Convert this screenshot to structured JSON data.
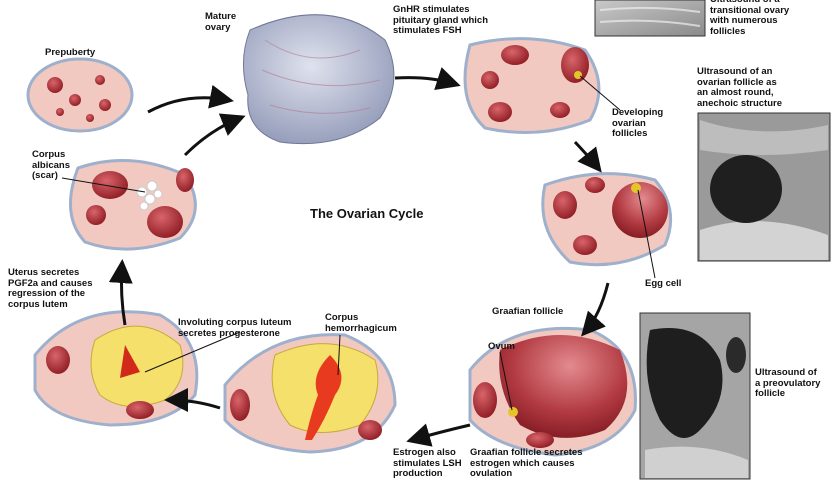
{
  "title": "The Ovarian Cycle",
  "labels": {
    "prepuberty": "Prepuberty",
    "mature_ovary": "Mature\novary",
    "gnhr": "GnHR stimulates\npituitary gland which\nstimulates FSH",
    "ultrasound_transitional": "Ultrasound of a\ntransitional ovary\nwith numerous\nfollicles",
    "ultrasound_follicle": "Ultrasound of an\novarian follicle as\nan almost round,\nanechoic structure",
    "developing": "Developing\novarian\nfollicles",
    "egg_cell": "Egg cell",
    "corpus_albicans": "Corpus\nalbicans\n(scar)",
    "uterus": "Uterus secretes\nPGF2a  and causes\nregression of the\ncorpus lutem",
    "involuting": "Involuting corpus luteum\nsecretes progesterone",
    "corpus_hem": "Corpus\nhemorrhagicum",
    "graafian": "Graafian follicle",
    "ovum": "Ovum",
    "graafian_secretes": "Graafian follicle secretes\nestrogen which causes\novulation",
    "estrogen": "Estrogen also\nstimulates LSH\nproduction",
    "ultrasound_preovulatory": "Ultrasound of\na preovulatory\nfollicle"
  },
  "colors": {
    "tissue": "#f1c9c1",
    "follicle": "#a8242c",
    "luteum": "#f4e06a",
    "capsule": "#9fb0cc",
    "arrow": "#111111"
  }
}
